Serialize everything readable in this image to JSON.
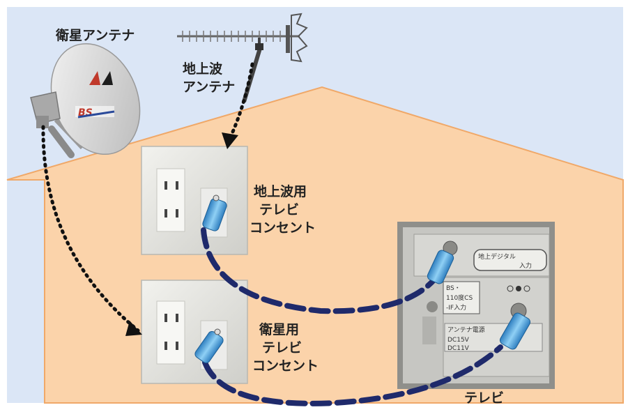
{
  "labels": {
    "satellite_antenna": "衛星アンテナ",
    "terrestrial_antenna_line1": "地上波",
    "terrestrial_antenna_line2": "アンテナ",
    "terrestrial_outlet_line1": "地上波用",
    "terrestrial_outlet_line2": "テレビ",
    "terrestrial_outlet_line3": "コンセント",
    "satellite_outlet_line1": "衛星用",
    "satellite_outlet_line2": "テレビ",
    "satellite_outlet_line3": "コンセント",
    "tv": "テレビ"
  },
  "dish_logo": "BS",
  "tv_panel": {
    "terrestrial_input_line1": "地上デジタル",
    "terrestrial_input_line2": "入力",
    "bs_input_line1": "BS・",
    "bs_input_line2": "110度CS",
    "bs_input_line3": "-IF入力",
    "power_label": "アンテナ電源",
    "power_spec_line1": "DC15V",
    "power_spec_line2": "DC11V"
  },
  "colors": {
    "sky": "#dbe6f6",
    "house": "#fbd3aa",
    "house_outline": "#f0a868",
    "cable": "#1f2a6b",
    "connector": "#4a9fd8",
    "outlet_plate": "#e4e4e0",
    "tv_panel": "#c6c6c2"
  }
}
